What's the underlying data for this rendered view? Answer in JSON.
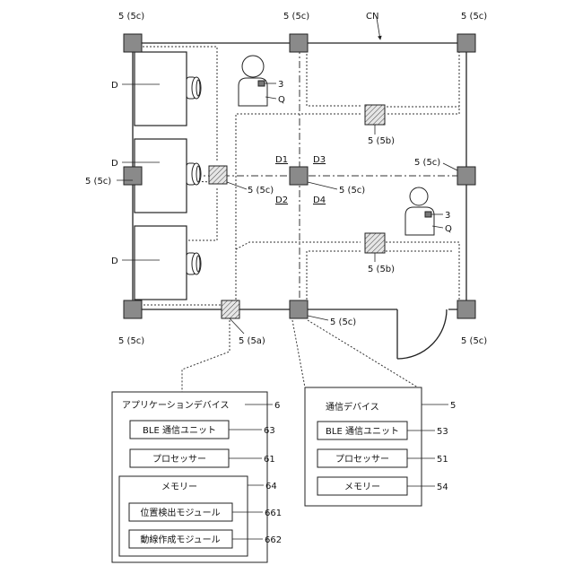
{
  "labels": {
    "cn": "CN",
    "node_5c": "5 (5c)",
    "node_5b": "5 (5b)",
    "node_5a": "5 (5a)",
    "desk": "D",
    "person_device": "3",
    "person": "Q",
    "d1": "D1",
    "d2": "D2",
    "d3": "D3",
    "d4": "D4"
  },
  "app_device": {
    "title": "アプリケーションデバイス",
    "ref": "6",
    "ble": "BLE 通信ユニット",
    "ble_ref": "63",
    "processor": "プロセッサー",
    "processor_ref": "61",
    "memory": "メモリー",
    "memory_ref": "64",
    "position_module": "位置検出モジュール",
    "position_module_ref": "661",
    "flowline_module": "動線作成モジュール",
    "flowline_module_ref": "662"
  },
  "comm_device": {
    "title": "通信デバイス",
    "ref": "5",
    "ble": "BLE 通信ユニット",
    "ble_ref": "53",
    "processor": "プロセッサー",
    "processor_ref": "51",
    "memory": "メモリー",
    "memory_ref": "54"
  }
}
